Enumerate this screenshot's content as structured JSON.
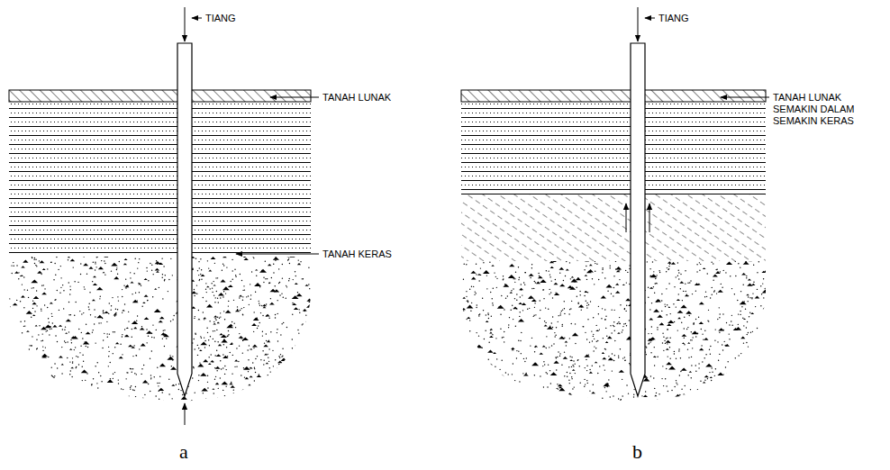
{
  "diagram": {
    "labels": [
      "TIANG",
      "TANAH LUNAK",
      "TANAH KERAS",
      "a",
      "TIANG",
      "TANAH LUNAK SEMAKIN DALAM SEMAKIN KERAS",
      "b"
    ]
  }
}
